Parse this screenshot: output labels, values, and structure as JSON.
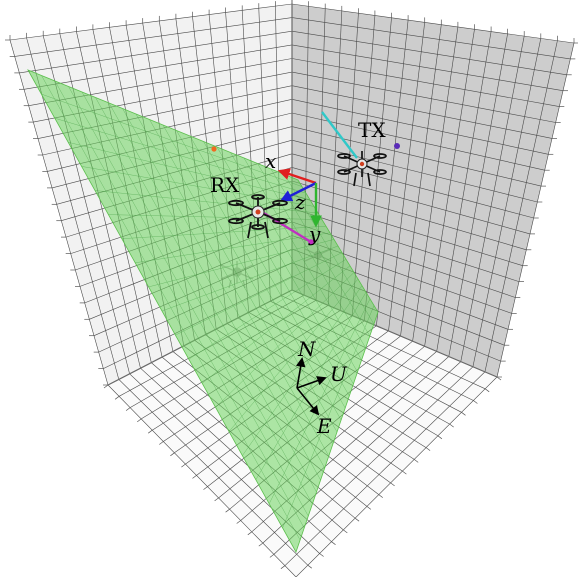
{
  "labels": {
    "rx": "RX",
    "tx": "TX",
    "axis_x": "x",
    "axis_y": "y",
    "axis_z": "z",
    "compass_n": "N",
    "compass_u": "U",
    "compass_e": "E"
  },
  "colors": {
    "background": "#ffffff",
    "left_wall": "#f2f2f2",
    "right_wall": "#cdcdcd",
    "floor": "#fafafa",
    "grid_line": "#4a4a4a",
    "plane_fill": "#6cd45c",
    "axis_x": "#e02020",
    "axis_y": "#2fb52f",
    "axis_z": "#2020d8",
    "link_rx": "#c030c0",
    "link_tx": "#30c8c8",
    "point_orange": "#f06a20",
    "point_purple": "#5a2bb8"
  },
  "icons": {
    "rx_drone": "quadcopter-icon",
    "tx_drone": "quadcopter-icon",
    "shadow_drone": "quadcopter-shadow-icon"
  }
}
